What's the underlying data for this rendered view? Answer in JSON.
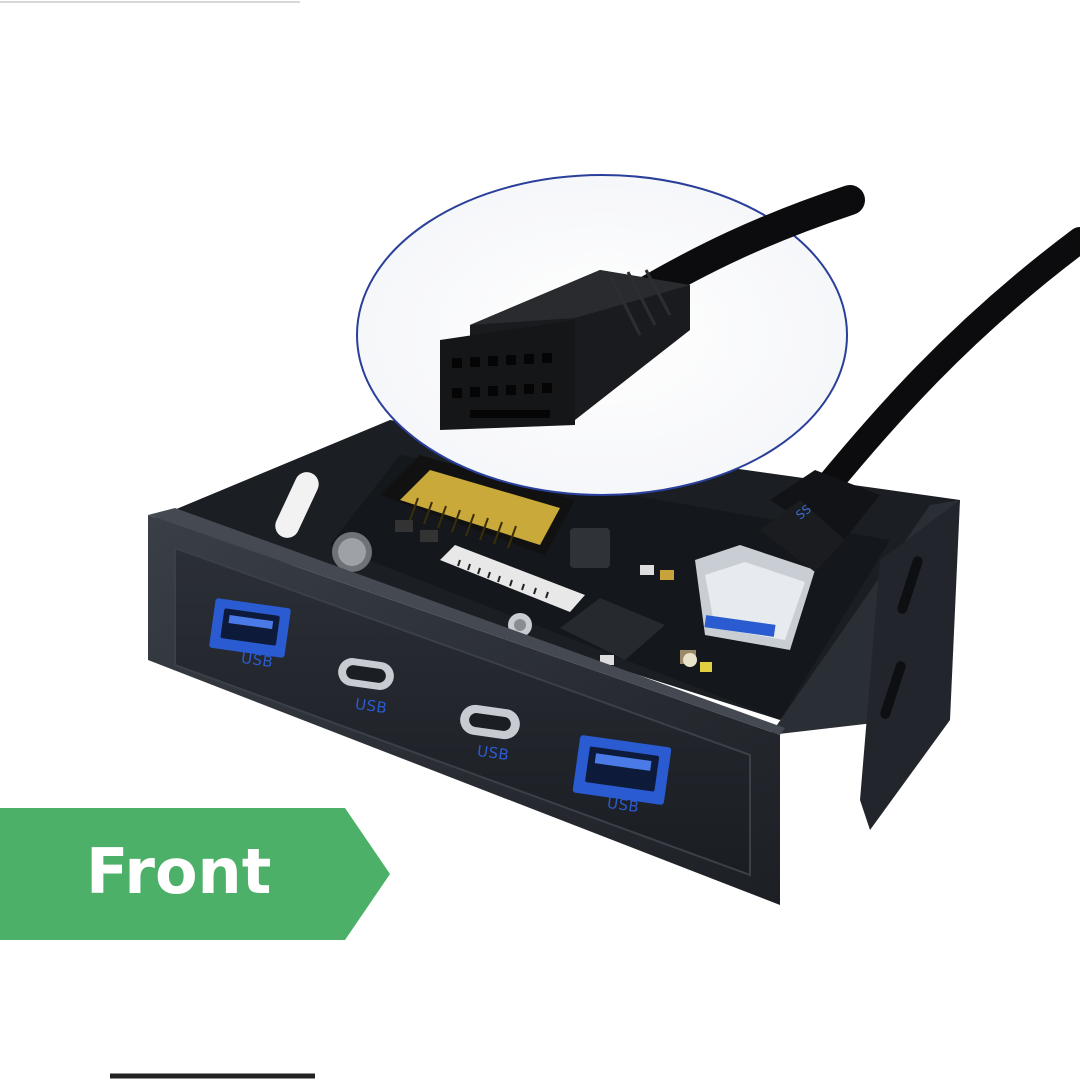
{
  "banner": {
    "label": "Front",
    "color": "#4cb068"
  },
  "ports": [
    {
      "type": "usb-a",
      "label": "USB"
    },
    {
      "type": "usb-c",
      "label": "USB"
    },
    {
      "type": "usb-c",
      "label": "USB"
    },
    {
      "type": "usb-a",
      "label": "USB"
    }
  ],
  "colors": {
    "panel": "#1f2228",
    "usb3_blue": "#2a5bd0",
    "cable": "#0c0c0e"
  }
}
